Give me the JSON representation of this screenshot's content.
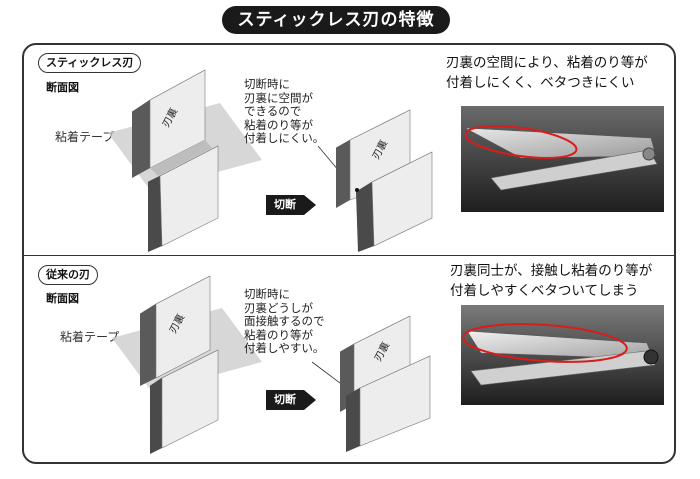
{
  "title": "スティックレス刃の特徴",
  "top_section": {
    "label": "スティックレス刃",
    "cross_section": "断面図",
    "tape_label": "粘着テープ",
    "blade_label": "刃裏",
    "note": "切断時に\n刃裏に空間が\nできるので\n粘着のり等が\n付着しにくい。",
    "cut_label": "切断",
    "caption": "刃裏の空間により、粘着のり等が\n付着しにくく、ベタつきにくい"
  },
  "bottom_section": {
    "label": "従来の刃",
    "cross_section": "断面図",
    "tape_label": "粘着テープ",
    "blade_label": "刃裏",
    "note": "切断時に\n刃裏どうしが\n面接触するので\n粘着のり等が\n付着しやすい。",
    "cut_label": "切断",
    "caption": "刃裏同士が、接触し粘着のり等が\n付着しやすくベタついてしまう"
  },
  "colors": {
    "accent_ring": "#d91c1c",
    "dark": "#1a1a1a",
    "blade_dark": "#4a4a4a"
  }
}
